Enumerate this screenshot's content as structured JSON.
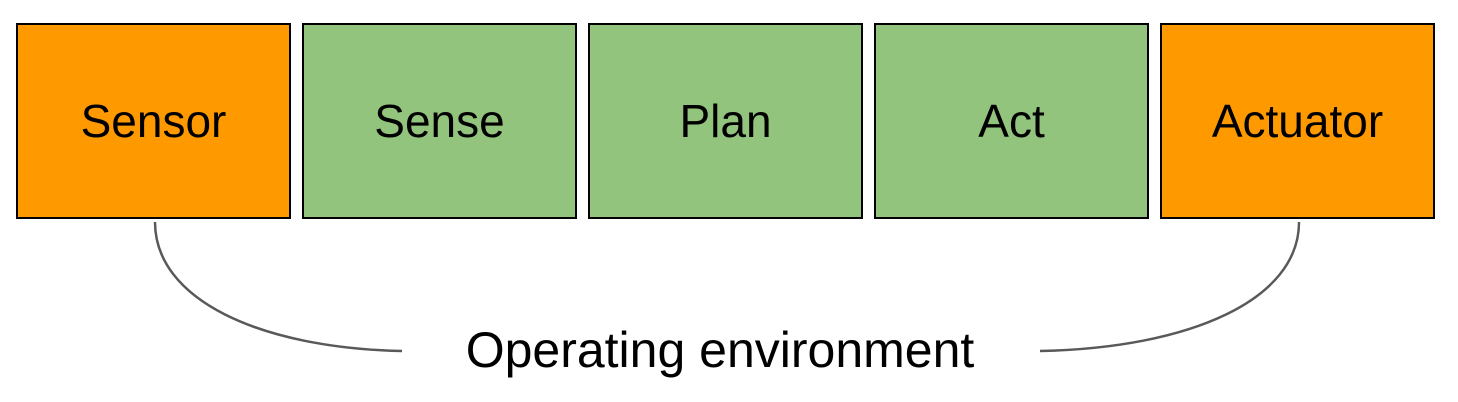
{
  "boxes": [
    {
      "label": "Sensor",
      "color": "#ff9900"
    },
    {
      "label": "Sense",
      "color": "#93c47d"
    },
    {
      "label": "Plan",
      "color": "#93c47d"
    },
    {
      "label": "Act",
      "color": "#93c47d"
    },
    {
      "label": "Actuator",
      "color": "#ff9900"
    }
  ],
  "environment": {
    "label": "Operating environment",
    "line_color": "#595959"
  }
}
